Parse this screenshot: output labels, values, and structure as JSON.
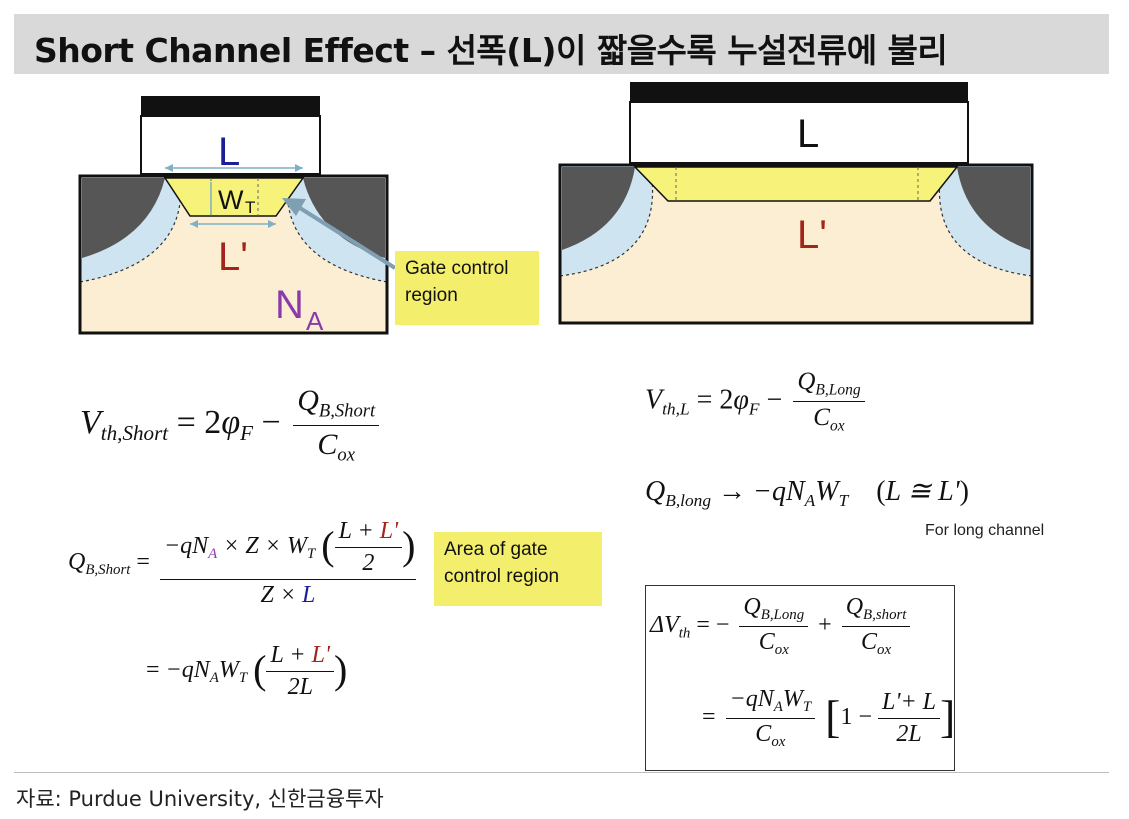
{
  "title": "Short Channel Effect – 선폭(L)이 짧을수록 누설전류에 불리",
  "diagrams": {
    "left": {
      "gate_label": "L",
      "depletion_width_label": "W",
      "depletion_width_sub": "T",
      "channel_label": "L'",
      "doping_label": "N",
      "doping_sub": "A"
    },
    "right": {
      "gate_label": "L",
      "channel_label": "L'"
    }
  },
  "callouts": {
    "gate_control": "Gate control\nregion",
    "area_of_gate": "Area of gate\ncontrol region"
  },
  "equations": {
    "vth_short": "V_th,Short = 2φ_F − Q_B,Short / C_ox",
    "qb_short": "Q_B,Short = −qN_A × Z × W_T ((L + L')/2) / (Z × L) = −qN_A W_T ((L + L')/2L)",
    "vth_long": "V_th,L = 2φ_F − Q_B,Long / C_ox",
    "qb_long": "Q_B,long → −qN_A W_T   (L ≅ L')",
    "delta_vth": "ΔV_th = −Q_B,Long/C_ox + Q_B,short/C_ox = (−qN_A W_T / C_ox)[1 − (L'+L)/2L]"
  },
  "note": "For long channel",
  "source": "자료: Purdue University, 신한금융투자",
  "colors": {
    "title_bar": "#d9d9d9",
    "substrate": "#fbeed3",
    "depletion": "#cfe4f1",
    "source_drain": "#565656",
    "channel": "#f7f27a",
    "gate_label": "#1d1d9a",
    "channel_label": "#a3241b",
    "doping_label": "#8a3aaa",
    "arrow": "#7f9fb3",
    "callout": "#f3ee6c"
  }
}
